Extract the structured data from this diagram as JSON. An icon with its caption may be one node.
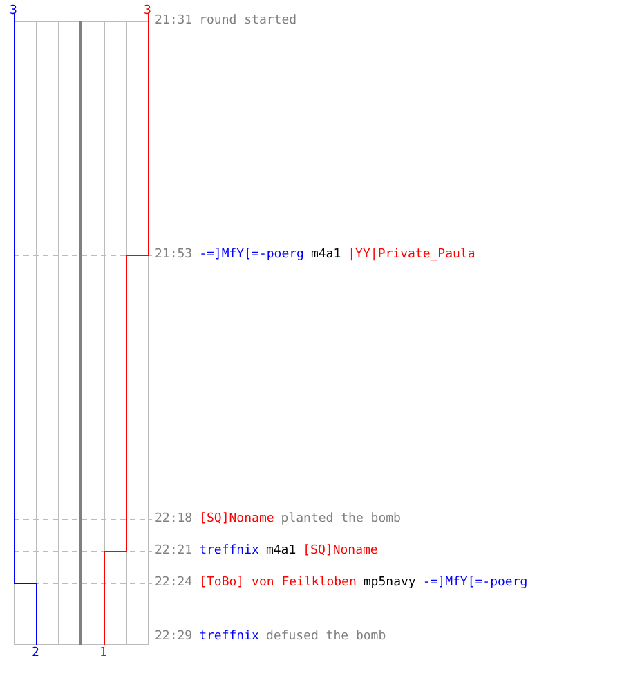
{
  "diagram": {
    "labels": [
      "3",
      "3",
      "21:31",
      "round started",
      "21:53",
      "-=]MfY[=-poerg",
      "m4a1",
      "|YY|Private_Paula",
      "22:18",
      "[SQ]Noname",
      "planted the bomb",
      "22:21",
      "treffnix",
      "m4a1",
      "[SQ]Noname",
      "22:24",
      "[ToBo] von Feilkloben",
      "mp5navy",
      "-=]MfY[=-poerg",
      "2",
      "1",
      "22:29",
      "treffnix",
      "defused the bomb"
    ]
  }
}
